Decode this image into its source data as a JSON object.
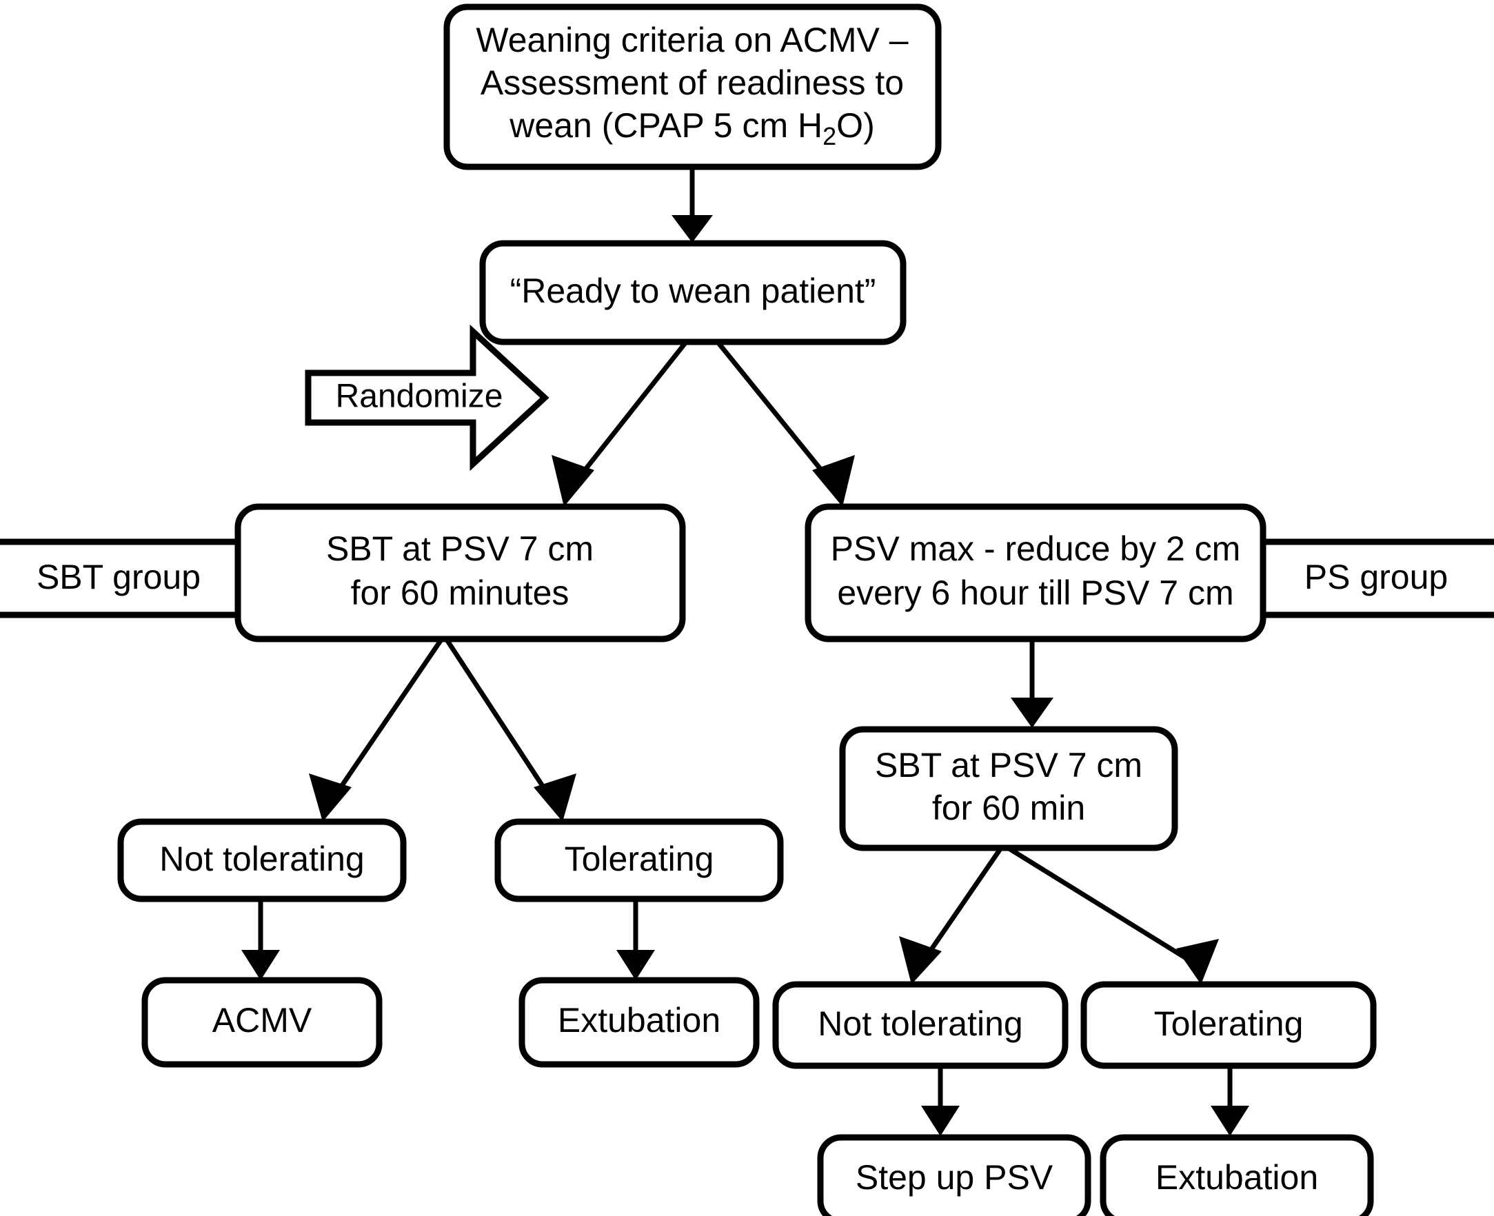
{
  "diagram": {
    "title_node": {
      "name": "weaning-criteria",
      "lines": [
        "Weaning criteria on ACMV –",
        "Assessment of readiness to",
        "wean (CPAP 5 cm H",
        "O)"
      ],
      "subscript": "2",
      "line1": "Weaning criteria on ACMV –",
      "line2": "Assessment of readiness to",
      "line3_pre": "wean (CPAP 5 cm H",
      "line3_sub": "2",
      "line3_post": "O)"
    },
    "ready_node": {
      "label": "“Ready to wean patient”"
    },
    "randomize": {
      "label": "Randomize"
    },
    "group_labels": {
      "left": "SBT group",
      "right": "PS group"
    },
    "sbt_arm": {
      "protocol_line1": "SBT at PSV 7 cm",
      "protocol_line2": "for 60 minutes",
      "not_tolerating": "Not tolerating",
      "tolerating": "Tolerating",
      "not_tolerating_outcome": "ACMV",
      "tolerating_outcome": "Extubation"
    },
    "ps_arm": {
      "protocol_line1": "PSV max - reduce by 2 cm",
      "protocol_line2": "every 6 hour till PSV 7 cm",
      "sbt_line1": "SBT at PSV 7 cm",
      "sbt_line2": "for 60 min",
      "not_tolerating": "Not tolerating",
      "tolerating": "Tolerating",
      "not_tolerating_outcome": "Step up PSV",
      "tolerating_outcome": "Extubation"
    },
    "colors": {
      "stroke": "#000000",
      "fill": "#ffffff"
    }
  }
}
